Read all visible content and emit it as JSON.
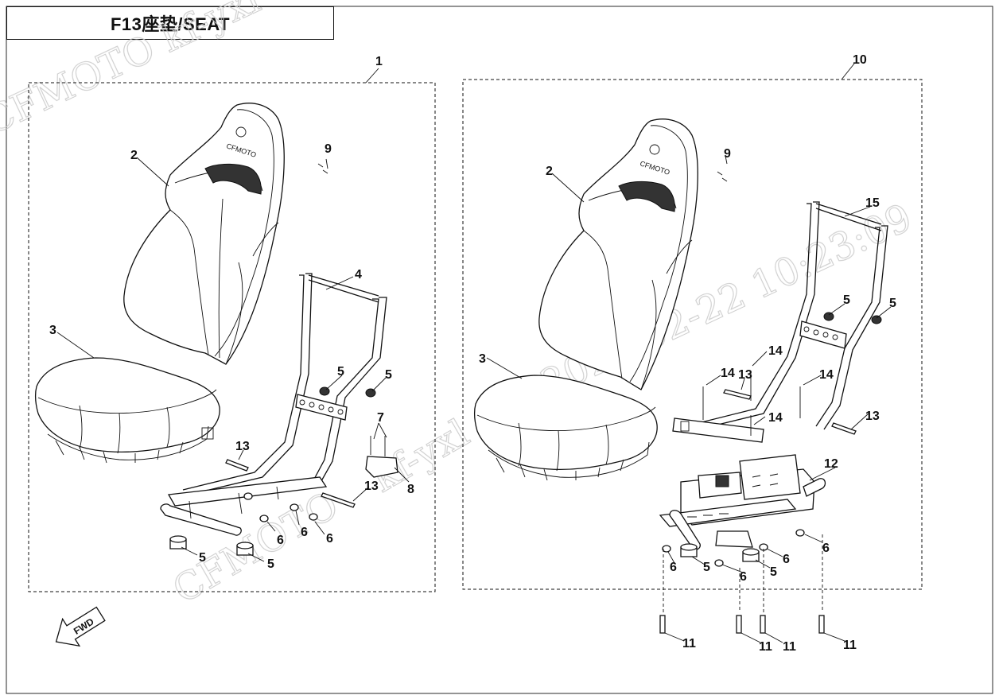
{
  "title": "F13座垫/SEAT",
  "watermark": {
    "lines": [
      "CFMOTO  kf-yxl",
      "CFMOTO",
      "kf-yxl",
      "2023-02-22  10:23:09"
    ]
  },
  "seat_brand_text": "CFMOTO",
  "fwd_label": "FWD",
  "left_callouts": [
    "1",
    "2",
    "3",
    "4",
    "5",
    "5",
    "5",
    "5",
    "6",
    "6",
    "6",
    "7",
    "8",
    "9",
    "13",
    "13"
  ],
  "right_callouts": [
    "10",
    "2",
    "3",
    "5",
    "5",
    "5",
    "5",
    "6",
    "6",
    "6",
    "6",
    "9",
    "11",
    "11",
    "11",
    "11",
    "12",
    "13",
    "13",
    "14",
    "14",
    "14",
    "14",
    "15"
  ]
}
